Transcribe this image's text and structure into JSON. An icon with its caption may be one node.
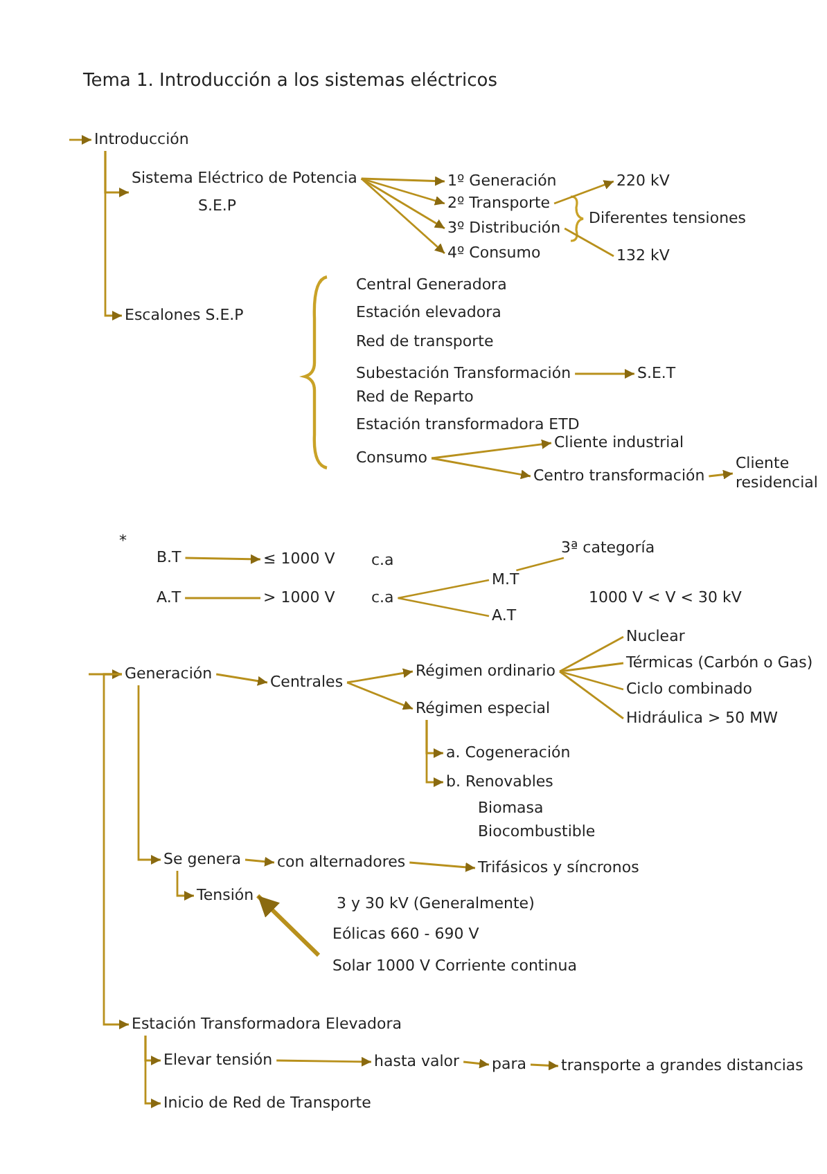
{
  "diagram": {
    "title": "Tema 1. Introducción a los sistemas eléctricos",
    "nodes": [
      {
        "text": [
          "Introducción"
        ]
      },
      {
        "text": [
          "Sistema Eléctrico de Potencia",
          "S.E.P"
        ]
      },
      {
        "text": [
          "Escalones S.E.P"
        ]
      },
      {
        "text": [
          "1º Generación"
        ]
      },
      {
        "text": [
          "2º Transporte"
        ]
      },
      {
        "text": [
          "3º Distribución"
        ]
      },
      {
        "text": [
          "4º Consumo"
        ]
      },
      {
        "text": [
          "220 kV"
        ]
      },
      {
        "text": [
          "132 kV"
        ]
      },
      {
        "text": [
          "Subestación Transformación"
        ]
      },
      {
        "text": [
          "S.E.T"
        ]
      },
      {
        "text": [
          "Consumo"
        ]
      },
      {
        "text": [
          "Cliente industrial"
        ]
      },
      {
        "text": [
          "Centro transformación"
        ]
      },
      {
        "text": [
          "Cliente residencial"
        ]
      },
      {
        "text": [
          "B.T"
        ]
      },
      {
        "text": [
          "≤ 1000 V"
        ]
      },
      {
        "text": [
          "A.T"
        ]
      },
      {
        "text": [
          "> 1000 V"
        ]
      },
      {
        "text": [
          "c.a"
        ]
      },
      {
        "text": [
          "M.T"
        ]
      },
      {
        "text": [
          "A.T"
        ]
      },
      {
        "text": [
          "3ª categoría"
        ]
      },
      {
        "text": [
          "Generación"
        ]
      },
      {
        "text": [
          "Centrales"
        ]
      },
      {
        "text": [
          "Régimen ordinario"
        ]
      },
      {
        "text": [
          "Régimen especial"
        ]
      },
      {
        "text": [
          "Nuclear"
        ]
      },
      {
        "text": [
          "Térmicas (Carbón o Gas)"
        ]
      },
      {
        "text": [
          "Ciclo combinado"
        ]
      },
      {
        "text": [
          "Hidráulica > 50 MW"
        ]
      },
      {
        "text": [
          "a. Cogeneración"
        ]
      },
      {
        "text": [
          "b. Renovables"
        ]
      },
      {
        "text": [
          "Se genera"
        ]
      },
      {
        "text": [
          "con alternadores"
        ]
      },
      {
        "text": [
          "Trifásicos y síncronos"
        ]
      },
      {
        "text": [
          "Tensión"
        ]
      },
      {
        "text": [
          "Estación Transformadora Elevadora"
        ]
      },
      {
        "text": [
          "Elevar tensión"
        ]
      },
      {
        "text": [
          "Inicio de Red de Transporte"
        ]
      },
      {
        "text": [
          "hasta valor"
        ]
      },
      {
        "text": [
          "para"
        ]
      },
      {
        "text": [
          "transporte a grandes distancias"
        ]
      }
    ],
    "edges": [
      {
        "from": null,
        "to": 0,
        "arrow": "to"
      },
      {
        "from": 0,
        "to": 1,
        "arrow": "to"
      },
      {
        "from": 0,
        "to": 2,
        "arrow": "to"
      },
      {
        "from": 1,
        "to": 3,
        "arrow": "to"
      },
      {
        "from": 1,
        "to": 4,
        "arrow": "to"
      },
      {
        "from": 1,
        "to": 5,
        "arrow": "to"
      },
      {
        "from": 1,
        "to": 6,
        "arrow": "to"
      },
      {
        "from": 4,
        "to": 7,
        "arrow": "to"
      },
      {
        "from": 5,
        "to": 8,
        "arrow": "none"
      },
      {
        "from": 9,
        "to": 10,
        "arrow": "to"
      },
      {
        "from": 11,
        "to": 12,
        "arrow": "to"
      },
      {
        "from": 11,
        "to": 13,
        "arrow": "to"
      },
      {
        "from": 13,
        "to": 14,
        "arrow": "to"
      },
      {
        "from": 15,
        "to": 16,
        "arrow": "to"
      },
      {
        "from": 17,
        "to": 18,
        "arrow": "none"
      },
      {
        "from": 19,
        "to": 20,
        "arrow": "none"
      },
      {
        "from": 19,
        "to": 21,
        "arrow": "none"
      },
      {
        "from": 20,
        "to": 22,
        "arrow": "none"
      },
      {
        "from": null,
        "to": 23,
        "arrow": "to"
      },
      {
        "from": 23,
        "to": 24,
        "arrow": "to"
      },
      {
        "from": 24,
        "to": 25,
        "arrow": "to"
      },
      {
        "from": 24,
        "to": 26,
        "arrow": "to"
      },
      {
        "from": 25,
        "to": 27,
        "arrow": "none"
      },
      {
        "from": 25,
        "to": 28,
        "arrow": "none"
      },
      {
        "from": 25,
        "to": 29,
        "arrow": "none"
      },
      {
        "from": 25,
        "to": 30,
        "arrow": "none"
      },
      {
        "from": 26,
        "to": 31,
        "arrow": "to"
      },
      {
        "from": 26,
        "to": 32,
        "arrow": "to"
      },
      {
        "from": 23,
        "to": 33,
        "arrow": "to"
      },
      {
        "from": 33,
        "to": 34,
        "arrow": "to"
      },
      {
        "from": 34,
        "to": 35,
        "arrow": "to"
      },
      {
        "from": 33,
        "to": 36,
        "arrow": "to"
      },
      {
        "from": null,
        "to": 36,
        "arrow": "to",
        "style": "thick"
      },
      {
        "from": 23,
        "to": 37,
        "arrow": "to"
      },
      {
        "from": 37,
        "to": 38,
        "arrow": "to"
      },
      {
        "from": 37,
        "to": 39,
        "arrow": "to"
      },
      {
        "from": 38,
        "to": 40,
        "arrow": "to"
      },
      {
        "from": 40,
        "to": 41,
        "arrow": "to"
      },
      {
        "from": 41,
        "to": 42,
        "arrow": "to"
      }
    ],
    "labels": [
      "Diferentes tensiones",
      "Central Generadora",
      "Estación elevadora",
      "Red de transporte",
      "Red de Reparto",
      "Estación transformadora ETD",
      "*",
      "c.a",
      "1000 V < V < 30 kV",
      "Biomasa",
      "Biocombustible",
      "3 y 30 kV (Generalmente)",
      "Eólicas 660 - 690 V",
      "Solar 1000 V Corriente continua"
    ]
  }
}
